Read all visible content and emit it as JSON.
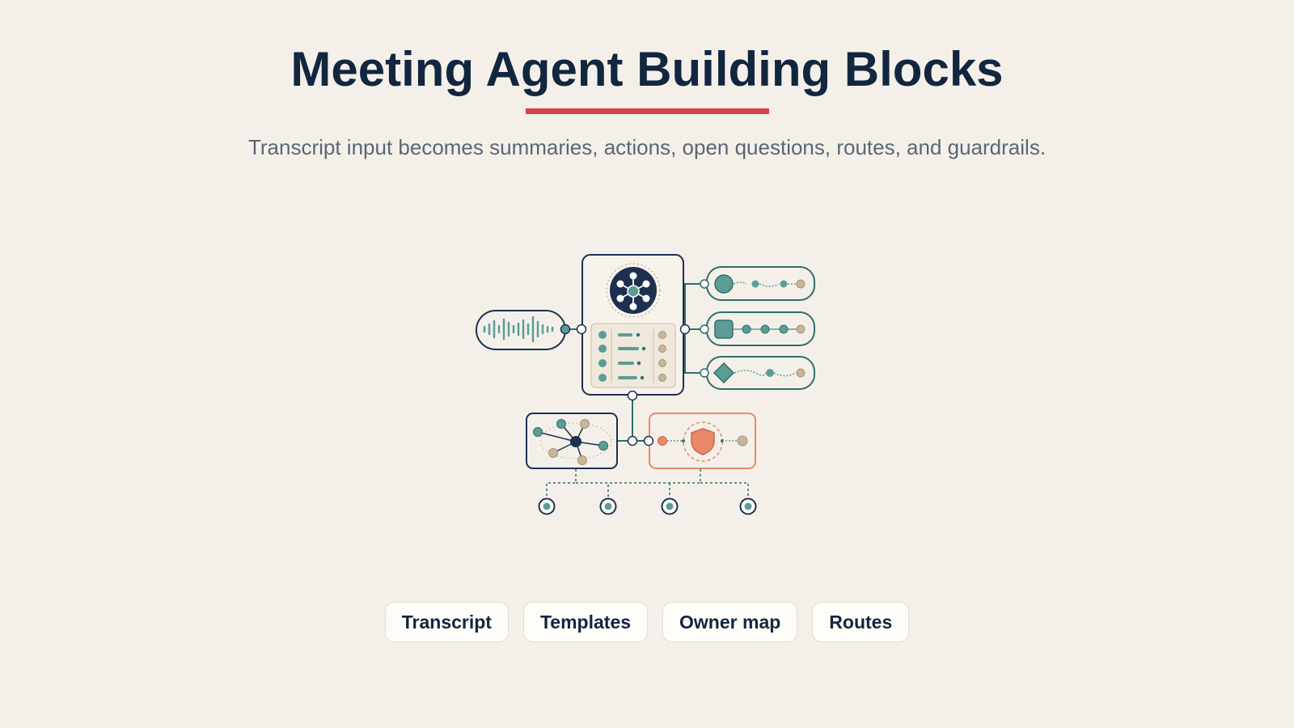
{
  "header": {
    "title": "Meeting Agent Building Blocks",
    "subtitle": "Transcript input becomes summaries, actions, open questions, routes, and guardrails."
  },
  "chips": [
    {
      "label": "Transcript"
    },
    {
      "label": "Templates"
    },
    {
      "label": "Owner map"
    },
    {
      "label": "Routes"
    }
  ],
  "colors": {
    "background": "#f4f0e9",
    "navy": "#1d3050",
    "teal": "#5b9d96",
    "sand": "#c9b59a",
    "coral": "#e8896a",
    "accent_red": "#d9414a"
  },
  "icons": {
    "input": "audio-waveform-icon",
    "hub": "agent-network-icon",
    "checklist": "task-list-icon",
    "outputs": [
      "summary-circle-icon",
      "action-square-icon",
      "question-diamond-icon"
    ],
    "owner_map": "network-graph-icon",
    "guardrail": "shield-icon",
    "routes": "route-endpoint-icon"
  }
}
